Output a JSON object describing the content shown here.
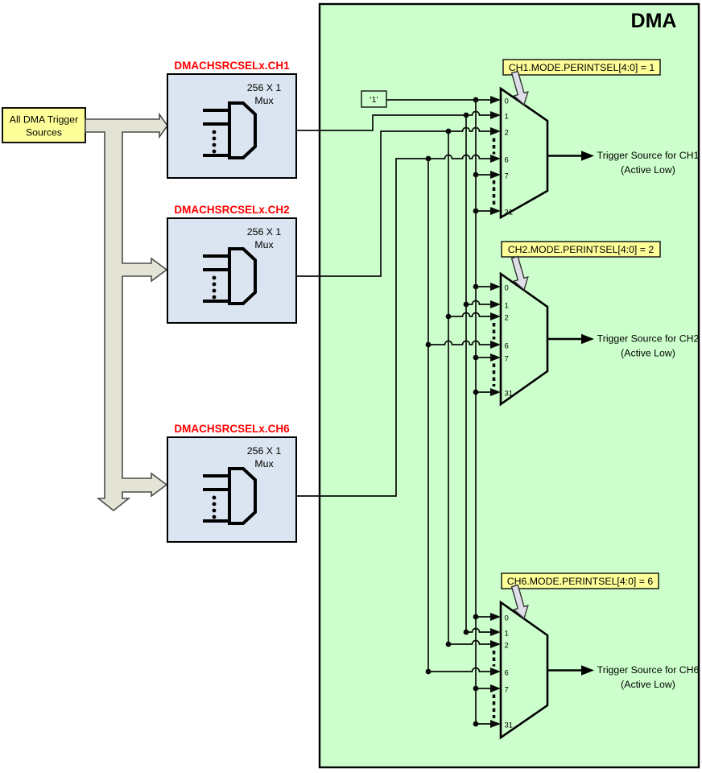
{
  "dma_block": {
    "title": "DMA"
  },
  "source": {
    "label_line1": "All DMA Trigger",
    "label_line2": "Sources"
  },
  "constant_source": {
    "label": "‘1’"
  },
  "selectors": [
    {
      "register": "DMACHSRCSELx.CH1",
      "size": "256 X 1",
      "type": "Mux"
    },
    {
      "register": "DMACHSRCSELx.CH2",
      "size": "256 X 1",
      "type": "Mux"
    },
    {
      "register": "DMACHSRCSELx.CH6",
      "size": "256 X 1",
      "type": "Mux"
    }
  ],
  "channel_muxes": [
    {
      "select": "CH1.MODE.PERINTSEL[4:0] = 1",
      "inputs": [
        "0",
        "1",
        "2",
        "6",
        "7",
        "31"
      ],
      "output_line1": "Trigger Source for CH1",
      "output_line2": "(Active Low)"
    },
    {
      "select": "CH2.MODE.PERINTSEL[4:0] = 2",
      "inputs": [
        "0",
        "1",
        "2",
        "6",
        "7",
        "31"
      ],
      "output_line1": "Trigger Source for CH2",
      "output_line2": "(Active Low)"
    },
    {
      "select": "CH6.MODE.PERINTSEL[4:0] = 6",
      "inputs": [
        "0",
        "1",
        "2",
        "6",
        "7",
        "31"
      ],
      "output_line1": "Trigger Source for CH6",
      "output_line2": "(Active Low)"
    }
  ],
  "colors": {
    "dma_region_fill": "#ccffcc",
    "selector_box_fill": "#dbe5f1",
    "highlight_label_fill": "#ffff99",
    "register_title_color": "#ff0000",
    "bus_arrow_fill": "#e4e4d6",
    "select_arrow_fill": "#dfdfe9",
    "line_color": "#000000"
  }
}
